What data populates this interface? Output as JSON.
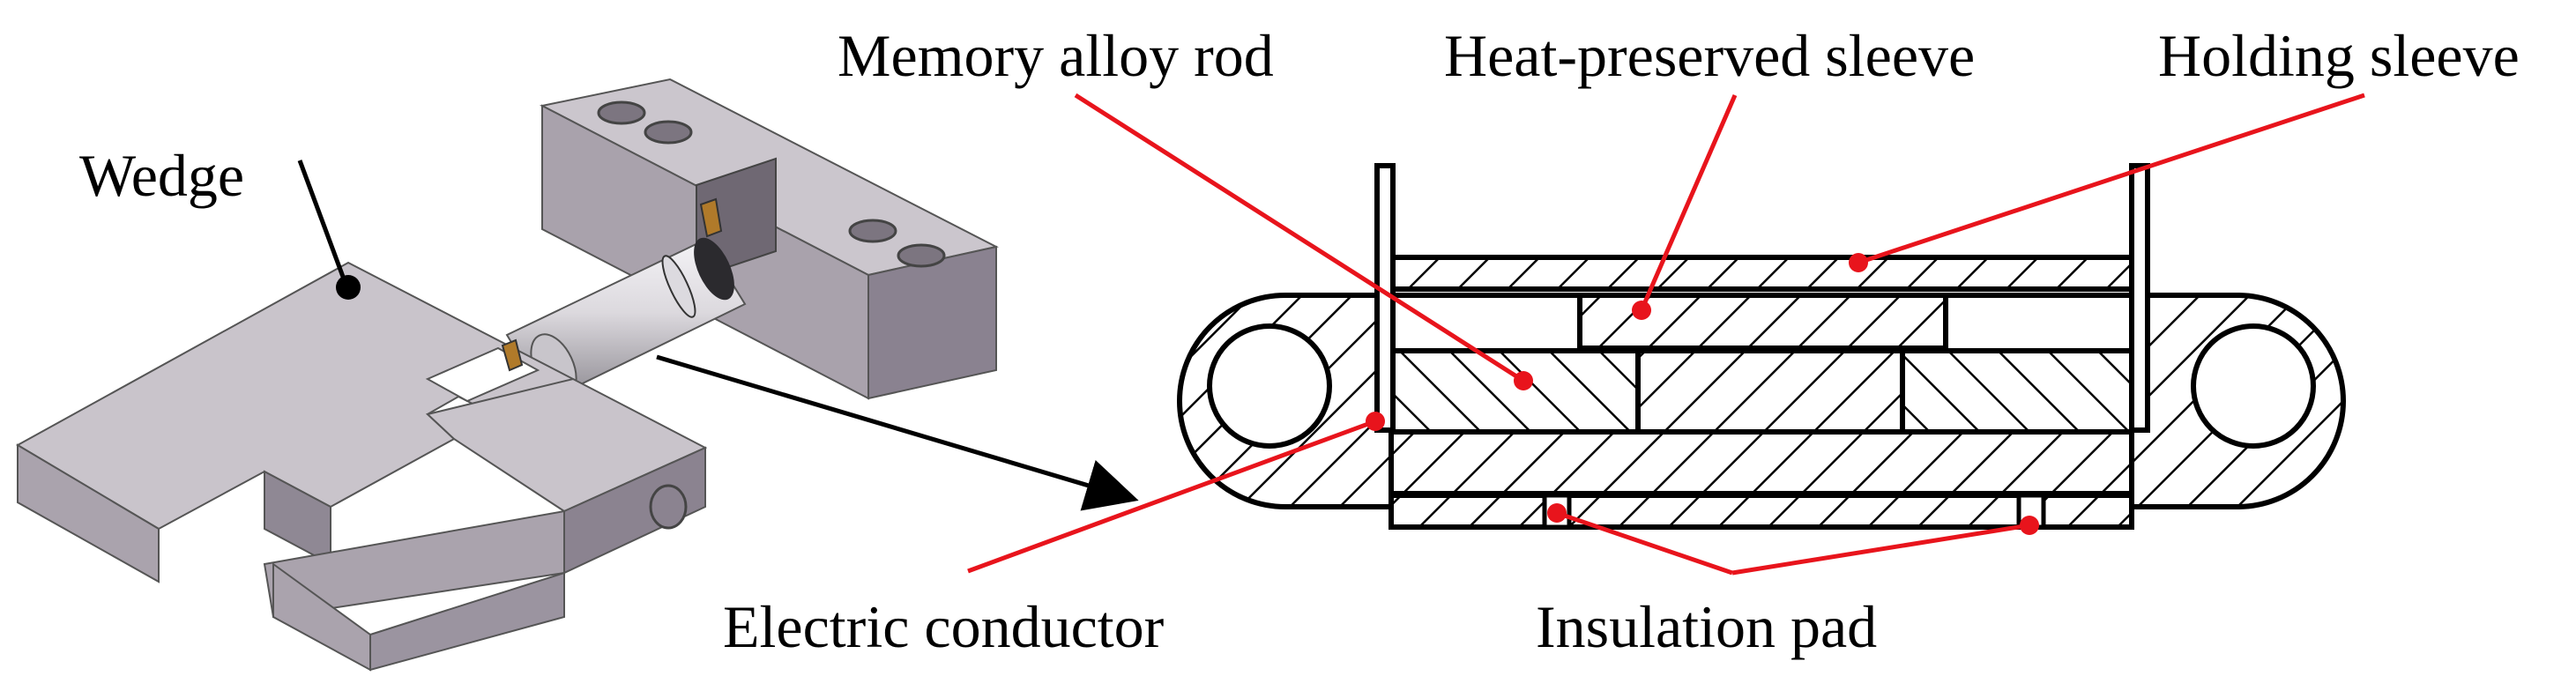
{
  "labels": {
    "wedge": "Wedge",
    "memory_alloy_rod": "Memory alloy rod",
    "heat_preserved_sleeve": "Heat-preserved sleeve",
    "holding_sleeve": "Holding sleeve",
    "electric_conductor": "Electric conductor",
    "insulation_pad": "Insulation pad"
  },
  "colors": {
    "leader_line_red": "#e8141c",
    "outline_black": "#000000",
    "part_top_face": "#c9c4cb",
    "part_front_face": "#aaa3ad",
    "part_side_face": "#8b8390",
    "rod_light": "#e6e4e8",
    "rod_shadow": "#8d8a91"
  }
}
